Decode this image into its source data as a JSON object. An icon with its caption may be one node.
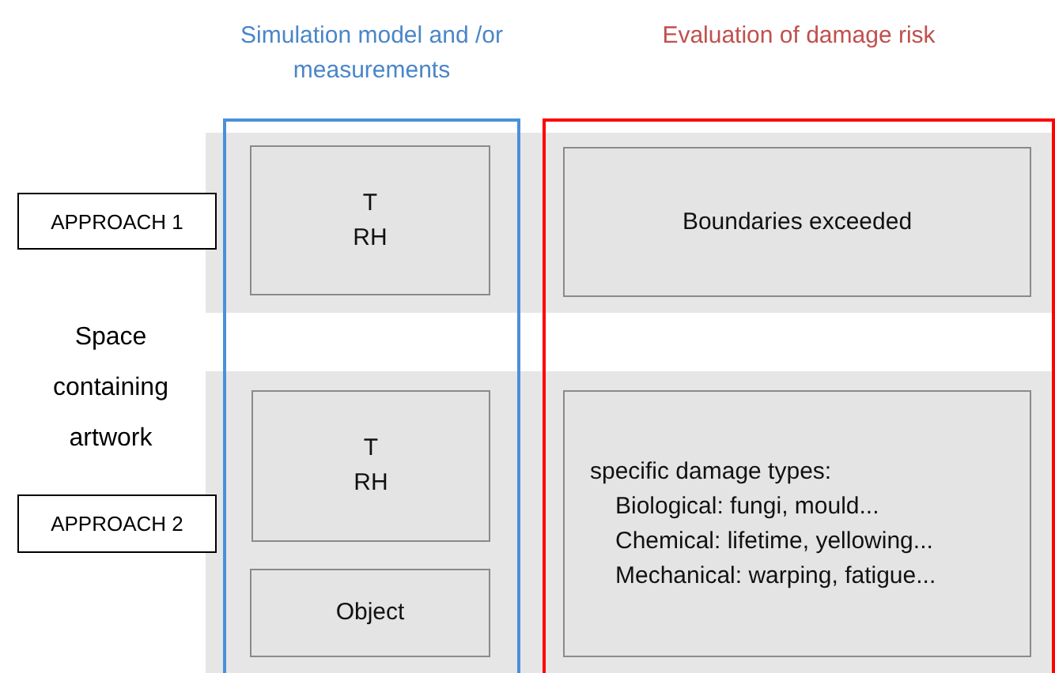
{
  "diagram": {
    "nodes": [
      {
        "text": [
          "Simulation model and /or measurements"
        ]
      },
      {
        "text": [
          "Evaluation of damage risk"
        ]
      },
      {
        "text": [
          "APPROACH 1"
        ]
      },
      {
        "text": [
          "T",
          "RH"
        ],
        "in": 0
      },
      {
        "text": [
          "Boundaries exceeded"
        ],
        "in": 1
      },
      {
        "text": [
          "APPROACH 2"
        ]
      },
      {
        "text": [
          "T",
          "RH"
        ],
        "in": 0
      },
      {
        "text": [
          "Object"
        ],
        "in": 0
      },
      {
        "text": [
          "specific damage types:",
          "Biological: fungi, mould...",
          "Chemical: lifetime, yellowing...",
          "Mechanical: warping, fatigue..."
        ],
        "in": 1
      }
    ],
    "edges": [],
    "labels": [
      "Space containing artwork"
    ]
  }
}
